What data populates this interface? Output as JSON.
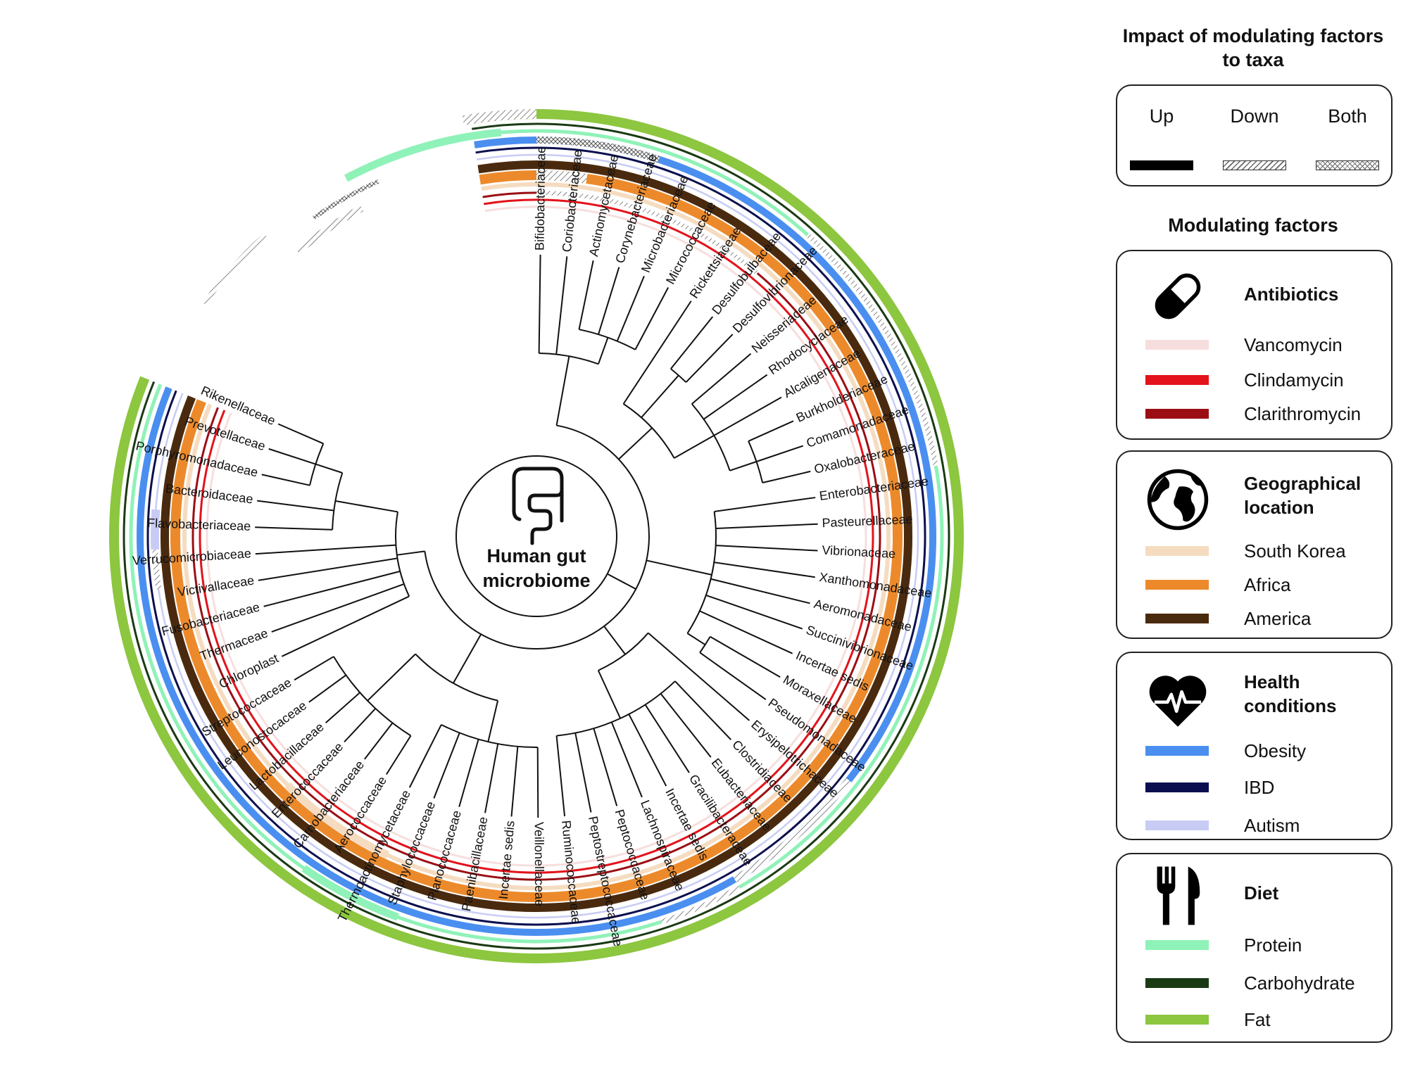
{
  "center_label": [
    "Human gut",
    "microbiome"
  ],
  "taxa": [
    "Bifidobacteriaceae",
    "Coriobacteriaceae",
    "Actinomycetaceae",
    "Corynebacteriaceae",
    "Microbacteriaceae",
    "Micrococcaceae",
    "Rickettsiaceae",
    "Desulfobulbaceae",
    "Desulfovibrionaceae",
    "Neisseriaceae",
    "Rhodocyclaceae",
    "Alcaligenaceae",
    "Burkholderiaceae",
    "Comamonadaceae",
    "Oxalobacteraceae",
    "Enterobacteriaceae",
    "Pasteurellaceae",
    "Vibrionaceae",
    "Xanthomonadaceae",
    "Aeromonadaceae",
    "Succinivibrionaceae",
    "Incertae sedis",
    "Moraxellaceae",
    "Pseudomonadaceae",
    "Erysipelotrichaceae",
    "Clostridiaceae",
    "Eubacteriaceae",
    "Gracilibacteraceae",
    "Incertae sedis",
    "Lachnospiraceae",
    "Peptococcaceae",
    "Peptostreptococcaceae",
    "Ruminococcaceae",
    "Veillonellaceae",
    "Incertae sedis",
    "Paenibacillaceae",
    "Planococcaceae",
    "Staphylococcaceae",
    "Thermoactinomycetaceae",
    "Aerococcaceae",
    "Carnobacteriaceae",
    "Enterococcaceae",
    "Lactobacillaceae",
    "Leuconostocaceae",
    "Streptococcaceae",
    "Chloroplast",
    "Thermaceae",
    "Fusobacteriaceae",
    "Victivallaceae",
    "Verrucomicrobiaceae",
    "Flavobacteriaceae",
    "Bacteroidaceae",
    "Porphyromonadaceae",
    "Prevotellaceae",
    "Rikenellaceae"
  ],
  "legend": {
    "impact_title": [
      "Impact of modulating factors",
      "to taxa"
    ],
    "impact": [
      {
        "label": "Up",
        "pattern": "solid"
      },
      {
        "label": "Down",
        "pattern": "hatch"
      },
      {
        "label": "Both",
        "pattern": "cross"
      }
    ],
    "factors_title": "Modulating factors",
    "groups": [
      {
        "title": [
          "Antibiotics"
        ],
        "icon": "pill-icon",
        "items": [
          {
            "label": "Vancomycin",
            "color": "#f7dede"
          },
          {
            "label": "Clindamycin",
            "color": "#e3131b"
          },
          {
            "label": "Clarithromycin",
            "color": "#9b0f14"
          }
        ]
      },
      {
        "title": [
          "Geographical",
          "location"
        ],
        "icon": "globe-icon",
        "items": [
          {
            "label": "South Korea",
            "color": "#f5dcc0"
          },
          {
            "label": "Africa",
            "color": "#ec8a2b"
          },
          {
            "label": "America",
            "color": "#4a2a0e"
          }
        ]
      },
      {
        "title": [
          "Health",
          "conditions"
        ],
        "icon": "heart-pulse-icon",
        "items": [
          {
            "label": "Obesity",
            "color": "#4a8ff0"
          },
          {
            "label": "IBD",
            "color": "#0b0f4f"
          },
          {
            "label": "Autism",
            "color": "#c8ccf5"
          }
        ]
      },
      {
        "title": [
          "Diet"
        ],
        "icon": "fork-knife-icon",
        "items": [
          {
            "label": "Protein",
            "color": "#8ff2b8"
          },
          {
            "label": "Carbohydrate",
            "color": "#1a3a14"
          },
          {
            "label": "Fat",
            "color": "#8dc63f"
          }
        ]
      }
    ]
  }
}
